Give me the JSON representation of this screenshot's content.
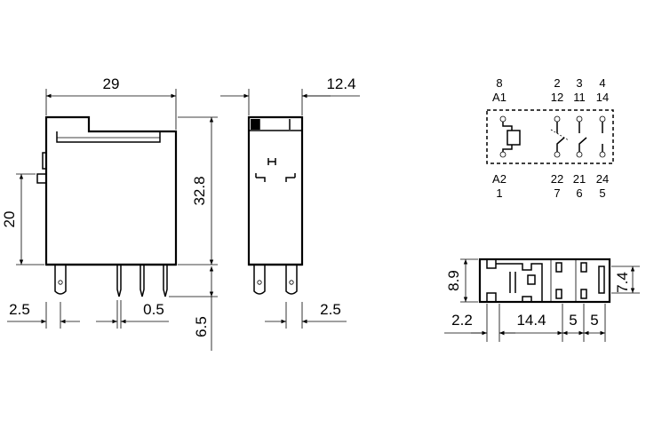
{
  "front_view": {
    "width": "29",
    "height_side": "20",
    "height_total": "32.8",
    "pin_offset": "2.5",
    "pin_thickness": "0.5",
    "pin_length": "6.5"
  },
  "side_view": {
    "width": "12.4",
    "pin_offset": "2.5"
  },
  "bottom_view": {
    "height": "8.9",
    "inner_height": "7.4",
    "d1": "2.2",
    "d2": "14.4",
    "d3": "5",
    "d4": "5"
  },
  "schematic": {
    "top_labels": [
      "8",
      "A1",
      "2",
      "12",
      "3",
      "11",
      "4",
      "14"
    ],
    "bottom_labels": [
      "A2",
      "1",
      "22",
      "7",
      "21",
      "6",
      "24",
      "5"
    ]
  }
}
